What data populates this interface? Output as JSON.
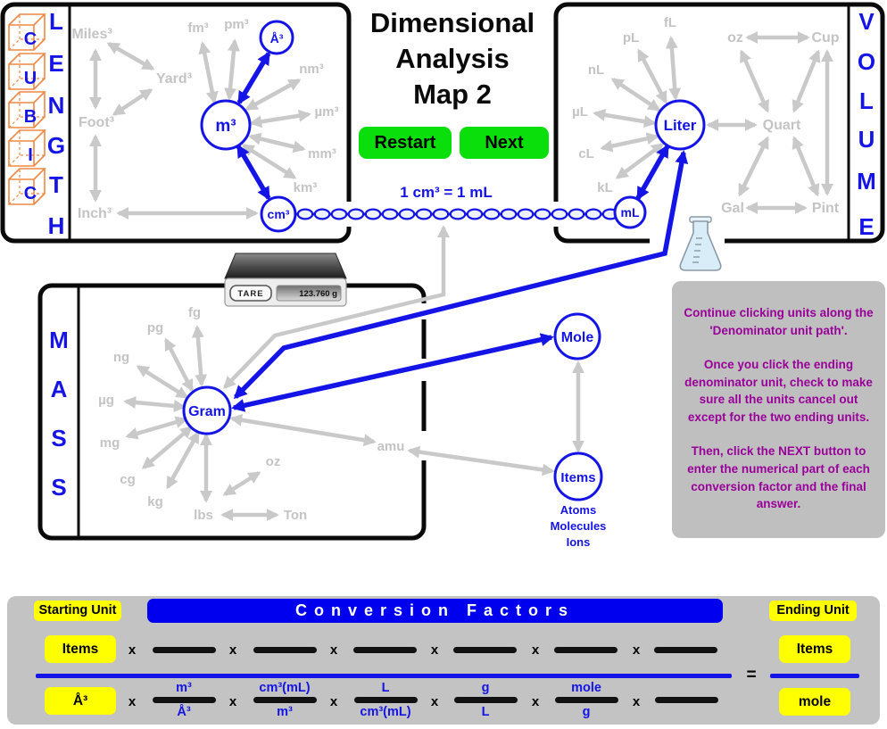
{
  "header": {
    "title_lines": [
      "Dimensional",
      "Analysis",
      "Map 2"
    ],
    "restart_label": "Restart",
    "next_label": "Next",
    "equation_label": "1 cm³ = 1 mL"
  },
  "length_panel": {
    "cubic_letters": [
      "C",
      "U",
      "B",
      "I",
      "C"
    ],
    "side_word": [
      "L",
      "E",
      "N",
      "G",
      "T",
      "H"
    ],
    "units": {
      "miles": "Miles³",
      "yard": "Yard³",
      "foot": "Foot³",
      "inch": "Inch³",
      "fm": "fm³",
      "pm": "pm³",
      "nm": "nm³",
      "um": "µm³",
      "mm": "mm³",
      "km": "km³"
    },
    "nodes": {
      "angstrom": "Å³",
      "m": "m³",
      "cm": "cm³"
    }
  },
  "volume_panel": {
    "side_word": [
      "V",
      "O",
      "L",
      "U",
      "M",
      "E"
    ],
    "units": {
      "fl": "fL",
      "pl": "pL",
      "nl": "nL",
      "ul": "µL",
      "cl": "cL",
      "kl": "kL",
      "oz": "oz",
      "cup": "Cup",
      "quart": "Quart",
      "gal": "Gal",
      "pint": "Pint"
    },
    "nodes": {
      "liter": "Liter",
      "ml": "mL"
    }
  },
  "mass_panel": {
    "side_word": [
      "M",
      "A",
      "S",
      "S"
    ],
    "units": {
      "fg": "fg",
      "pg": "pg",
      "ng": "ng",
      "ug": "µg",
      "mg": "mg",
      "cg": "cg",
      "kg": "kg",
      "lbs": "lbs",
      "ton": "Ton",
      "oz": "oz",
      "amu": "amu"
    },
    "nodes": {
      "gram": "Gram"
    },
    "scale": {
      "tare_label": "TARE",
      "display_value": "123.760 g"
    }
  },
  "mole_items": {
    "mole": "Mole",
    "items": "Items",
    "items_sublabels": [
      "Atoms",
      "Molecules",
      "Ions"
    ]
  },
  "instructions": {
    "p1": "Continue clicking units along the 'Denominator unit path'.",
    "p2": "Once you click the ending denominator unit, check to make sure all the units cancel out except for the two ending units.",
    "p3": "Then, click the NEXT button to enter the numerical part of each conversion factor and the final answer."
  },
  "conversion_panel": {
    "starting_unit_label": "Starting Unit",
    "banner": "Conversion Factors",
    "ending_unit_label": "Ending Unit",
    "multiply": "x",
    "equals": "=",
    "numerator_start": "Items",
    "denominator_start": "Å³",
    "factors": [
      {
        "num": "m³",
        "den": "Å³"
      },
      {
        "num": "cm³(mL)",
        "den": "m³"
      },
      {
        "num": "L",
        "den": "cm³(mL)"
      },
      {
        "num": "g",
        "den": "L"
      },
      {
        "num": "mole",
        "den": "g"
      },
      {
        "num": "",
        "den": ""
      }
    ],
    "result": {
      "num": "Items",
      "den": "mole"
    }
  },
  "colors": {
    "blue": "#1414E6",
    "green": "#0BDF0B",
    "yellow": "#FFFF00",
    "purple": "#990099",
    "panel_gray": "#C3C3C3",
    "arrow_gray": "#C9C9C9"
  }
}
